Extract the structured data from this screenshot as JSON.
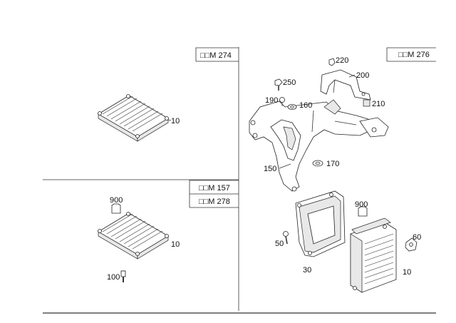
{
  "model_tags": {
    "top_left": "□□M 274",
    "top_right": "□□M 276",
    "mid_1": "□□M 157",
    "mid_2": "□□M 278"
  },
  "callouts": {
    "ecu_top_left": "10",
    "ecu_mid_left": "10",
    "ecu_right": "10",
    "label_mid_left": "900",
    "label_right": "900",
    "screw_mid_left": "100",
    "bracket_main": "150",
    "bracket_upper": "200",
    "clip_220": "220",
    "clip_210": "210",
    "nut_250": "250",
    "bolt_190": "190",
    "grommet_160": "160",
    "grommet_170": "170",
    "housing": "30",
    "screw_50": "50",
    "connector_60": "60"
  }
}
